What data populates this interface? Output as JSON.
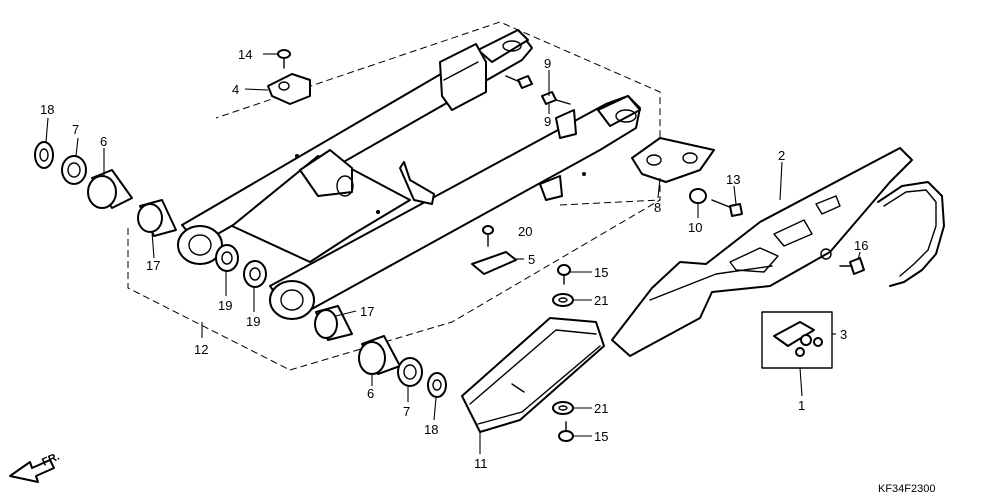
{
  "diagram_code": "KF34F2300",
  "direction_label": "FR.",
  "callouts": {
    "c1": "1",
    "c2": "2",
    "c3": "3",
    "c4": "4",
    "c5": "5",
    "c6_left": "6",
    "c6_bottom": "6",
    "c7_left": "7",
    "c7_bottom": "7",
    "c8": "8",
    "c9_top": "9",
    "c9_mid": "9",
    "c10": "10",
    "c11": "11",
    "c12": "12",
    "c13": "13",
    "c14": "14",
    "c15_top": "15",
    "c15_bottom": "15",
    "c16": "16",
    "c17_left": "17",
    "c17_right": "17",
    "c18_left": "18",
    "c18_bottom": "18",
    "c19_left": "19",
    "c19_mid": "19",
    "c20": "20",
    "c21_top": "21",
    "c21_bottom": "21"
  }
}
